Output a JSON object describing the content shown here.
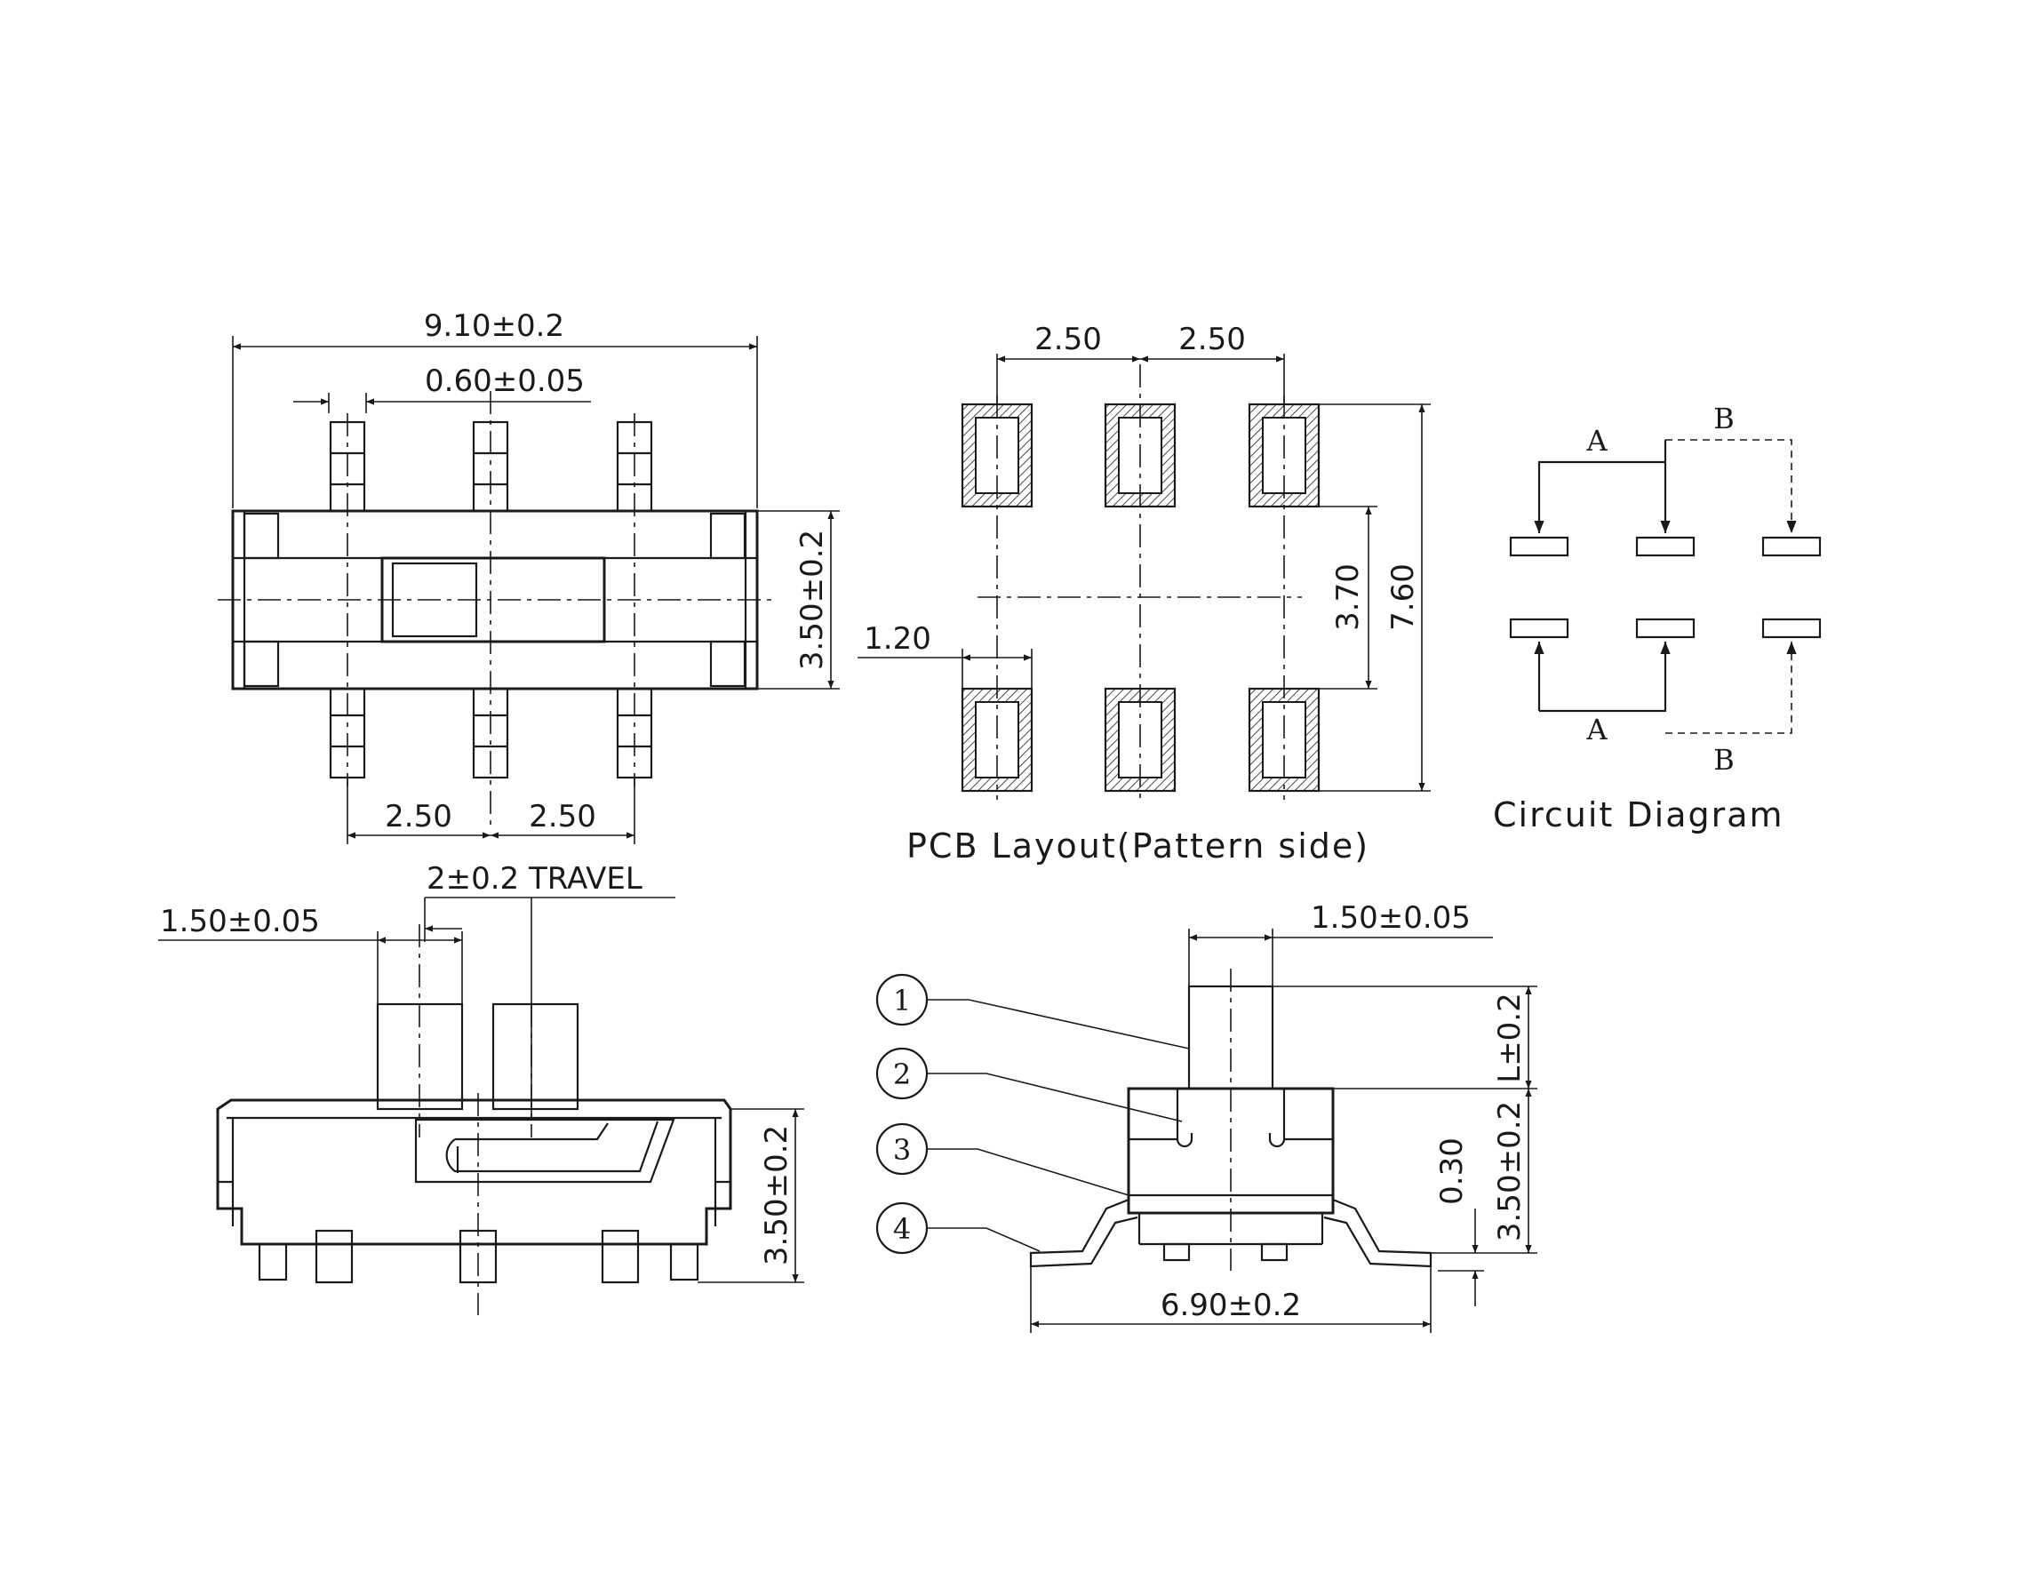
{
  "top_view": {
    "overall_width": "9.10±0.2",
    "pin_width": "0.60±0.05",
    "body_height": "3.50±0.2",
    "pitch_left": "2.50",
    "pitch_right": "2.50"
  },
  "pcb_layout": {
    "pitch_left": "2.50",
    "pitch_right": "2.50",
    "pad_width": "1.20",
    "inner_span": "3.70",
    "outer_span": "7.60",
    "caption": "PCB Layout(Pattern side)"
  },
  "circuit_diagram": {
    "label_a_top": "A",
    "label_b_top": "B",
    "label_a_bottom": "A",
    "label_b_bottom": "B",
    "caption": "Circuit Diagram"
  },
  "side_view": {
    "travel": "2±0.2 TRAVEL",
    "knob_width": "1.50±0.05",
    "body_height": "3.50±0.2"
  },
  "end_view": {
    "knob_width": "1.50±0.05",
    "knob_height": "L±0.2",
    "body_height": "3.50±0.2",
    "lead_offset": "0.30",
    "lead_span": "6.90±0.2",
    "callouts": [
      "1",
      "2",
      "3",
      "4"
    ]
  }
}
